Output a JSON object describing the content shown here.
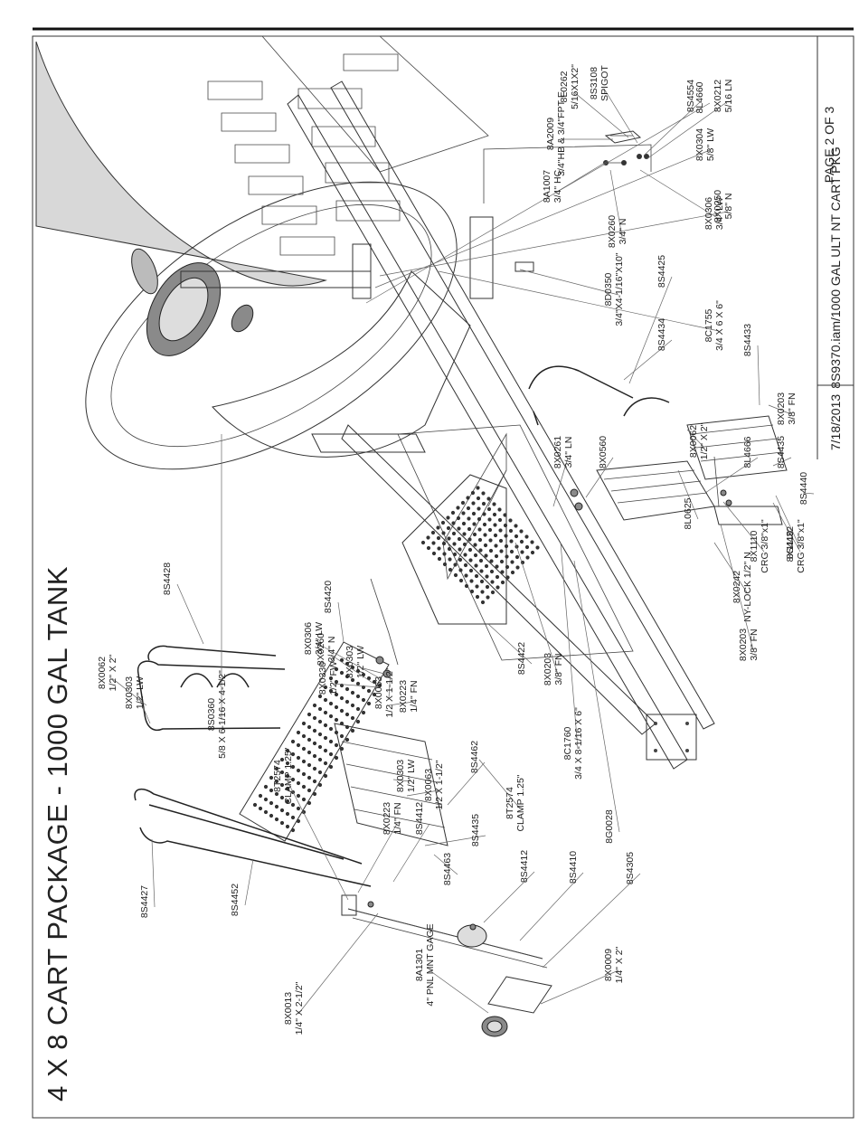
{
  "title": "4 X 8 CART PACKAGE - 1000 GAL TANK",
  "title_block": {
    "page": "PAGE 2 OF 3",
    "description": "8S9370.iam/1000 GAL ULT NT CART PKG",
    "date": "7/18/2013"
  },
  "callouts": [
    {
      "part": "8L4660",
      "desc": ""
    },
    {
      "part": "8X0304",
      "desc": "5/8\" LW"
    },
    {
      "part": "8X0250",
      "desc": "5/8\" N"
    },
    {
      "part": "8C1755",
      "desc": "3/4 X 6 X 6\""
    },
    {
      "part": "8A2009",
      "desc": "3/4\"HB & 3/4\"FPT E"
    },
    {
      "part": "8L0262",
      "desc": "5/16X1X2\""
    },
    {
      "part": "8S3108",
      "desc": "SPIGOT"
    },
    {
      "part": "8S4554",
      "desc": ""
    },
    {
      "part": "8A1007",
      "desc": "3/4\" HC"
    },
    {
      "part": "8X0212",
      "desc": "5/16 LN"
    },
    {
      "part": "8X0306",
      "desc": "3/4\" LW"
    },
    {
      "part": "8X0260",
      "desc": "3/4\" N"
    },
    {
      "part": "8D0350",
      "desc": "3/4\"X4-1/16\"X10\""
    },
    {
      "part": "8S4425",
      "desc": ""
    },
    {
      "part": "8S4434",
      "desc": ""
    },
    {
      "part": "8X0062",
      "desc": "1/2\" X 2\""
    },
    {
      "part": "8S4433",
      "desc": ""
    },
    {
      "part": "8X0203",
      "desc": "3/8\" FN"
    },
    {
      "part": "8X0261",
      "desc": "3/4\" LN"
    },
    {
      "part": "8X0560",
      "desc": ""
    },
    {
      "part": "8S4435",
      "desc": ""
    },
    {
      "part": "8L4666",
      "desc": ""
    },
    {
      "part": "8L0625",
      "desc": ""
    },
    {
      "part": "8X1110",
      "desc": "CRG 3/8\"x1\""
    },
    {
      "part": "8X1110",
      "desc": "CRG 3/8\"x1\""
    },
    {
      "part": "8S4432",
      "desc": ""
    },
    {
      "part": "8X0242",
      "desc": "NY-LOCK 1/2\" N"
    },
    {
      "part": "8S4440",
      "desc": ""
    },
    {
      "part": "8X0203",
      "desc": "3/8\" FN"
    },
    {
      "part": "8S0360",
      "desc": "5/8 X 6-1/16 X 4-1/2\""
    },
    {
      "part": "8X0330",
      "desc": "1/2\" FW"
    },
    {
      "part": "8X0303",
      "desc": "1/2\" LW"
    },
    {
      "part": "8X0063",
      "desc": "1/2 X 1-1/2\""
    },
    {
      "part": "8X0306",
      "desc": "3/4\" LW"
    },
    {
      "part": "8X0260",
      "desc": "3/4\" N"
    },
    {
      "part": "8S4420",
      "desc": ""
    },
    {
      "part": "8S4428",
      "desc": ""
    },
    {
      "part": "8X0062",
      "desc": "1/2\" X 2\""
    },
    {
      "part": "8X0303",
      "desc": "1/2\" LW"
    },
    {
      "part": "8X0223",
      "desc": "1/4\" FN"
    },
    {
      "part": "8S4422",
      "desc": ""
    },
    {
      "part": "8X0203",
      "desc": "3/8\" FN"
    },
    {
      "part": "8X0303",
      "desc": "1/2\" LW"
    },
    {
      "part": "8X0063",
      "desc": "1/2 X 1-1/2\""
    },
    {
      "part": "8C1760",
      "desc": "3/4 X 8-1/16 X 6\""
    },
    {
      "part": "8G0028",
      "desc": ""
    },
    {
      "part": "8S4427",
      "desc": ""
    },
    {
      "part": "8S4452",
      "desc": ""
    },
    {
      "part": "8S4462",
      "desc": ""
    },
    {
      "part": "8T2574",
      "desc": "CLAMP 1.25\""
    },
    {
      "part": "8S4435",
      "desc": ""
    },
    {
      "part": "8X0223",
      "desc": "1/4\" FN"
    },
    {
      "part": "8S4412",
      "desc": ""
    },
    {
      "part": "8T2574",
      "desc": "CLAMP 1.25\""
    },
    {
      "part": "8S4463",
      "desc": ""
    },
    {
      "part": "8S4412",
      "desc": ""
    },
    {
      "part": "8S4410",
      "desc": ""
    },
    {
      "part": "8S4305",
      "desc": ""
    },
    {
      "part": "8X0013",
      "desc": "1/4\" X 2-1/2\""
    },
    {
      "part": "8A1301",
      "desc": "4\" PNL MNT GAGE"
    },
    {
      "part": "8X0009",
      "desc": "1/4\" X 2\""
    }
  ]
}
